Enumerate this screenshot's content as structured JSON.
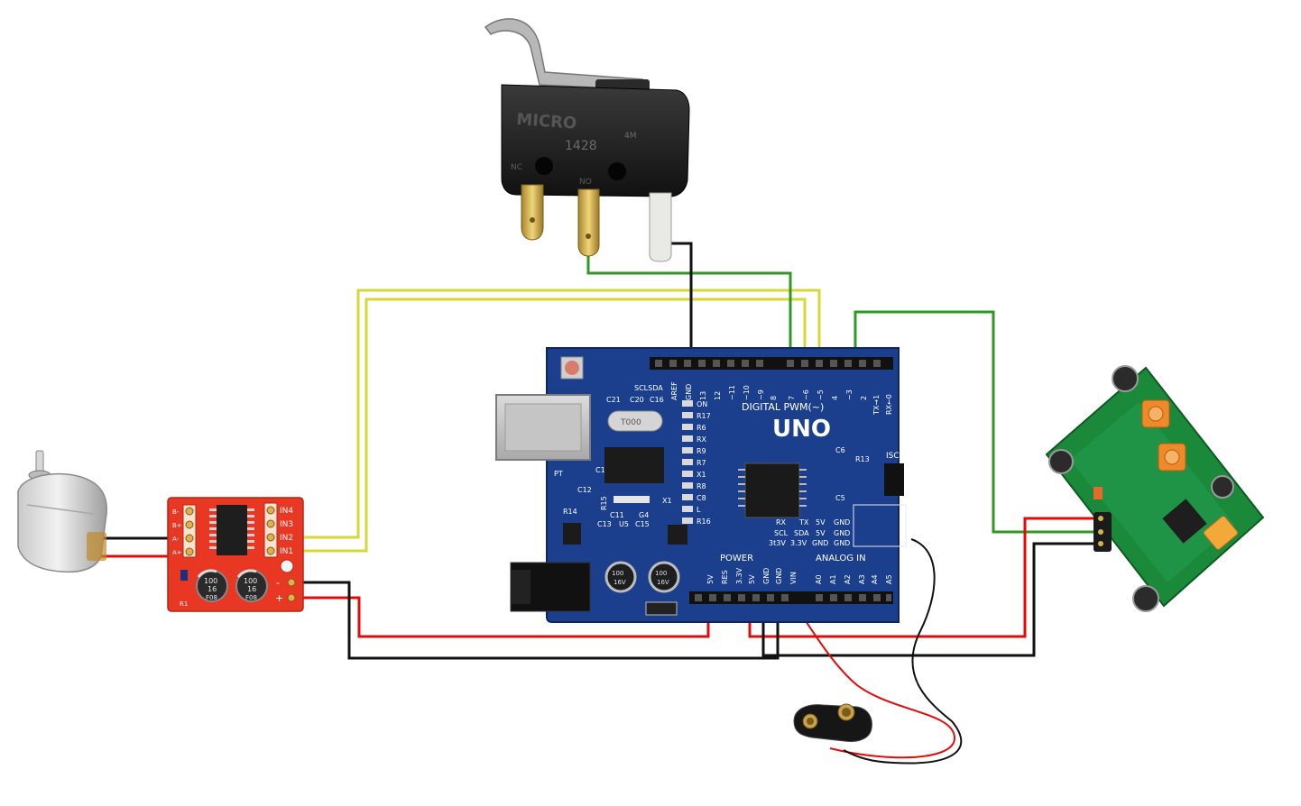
{
  "switch": {
    "brand": "MICRO",
    "code": "1428",
    "rating": "4M",
    "pin_left": "NC",
    "pin_mid": "NO"
  },
  "arduino": {
    "model": "UNO",
    "digital_label": "DIGITAL PWM(~)",
    "analog_label": "ANALOG IN",
    "power_label": "POWER",
    "iscp_label": "ISCP",
    "tx_label": "TX→1",
    "rx_label": "RX←0",
    "scl_sda": "SCLSDA",
    "top_pins": [
      "AREF",
      "GND",
      "13",
      "12",
      "~11",
      "~10",
      "~9",
      "8",
      "7",
      "~6",
      "~5",
      "4",
      "~3",
      "2",
      "TX→1",
      "RX←0"
    ],
    "power_pins": [
      "5V",
      "RES",
      "3.3V",
      "5V",
      "GND",
      "GND",
      "VIN"
    ],
    "analog_pins": [
      "A0",
      "A1",
      "A2",
      "A3",
      "A4",
      "A5"
    ],
    "leds": [
      "ON",
      "R17",
      "R6",
      "RX",
      "R9",
      "R7",
      "X1",
      "R8",
      "C8",
      "L",
      "R16"
    ],
    "header_rows": [
      [
        "RX",
        "TX",
        "5V",
        "GND"
      ],
      [
        "SCL",
        "SDA",
        "5V",
        "GND"
      ],
      [
        "3t3V",
        "3.3V",
        "GND",
        "GND"
      ]
    ],
    "components": [
      "C21",
      "C20",
      "C16",
      "C12",
      "C1",
      "C6",
      "R13",
      "C5",
      "R14",
      "R15",
      "C11",
      "G4",
      "C13",
      "U5",
      "C15",
      "PT",
      "X1"
    ],
    "crystal": "T000",
    "cap_1": {
      "value": "100",
      "voltage": "16V"
    },
    "cap_2": {
      "value": "100",
      "voltage": "16V"
    }
  },
  "driver": {
    "inputs": [
      "IN4",
      "IN3",
      "IN2",
      "IN1"
    ],
    "outputs": [
      "B-",
      "B+",
      "A-",
      "A+"
    ],
    "power": [
      "-",
      "+"
    ],
    "cap_1": {
      "value": "100",
      "voltage": "16",
      "code": "F08"
    },
    "cap_2": {
      "value": "100",
      "voltage": "16",
      "code": "F08"
    },
    "resistor": "R1"
  },
  "colors": {
    "wire_red": "#e10b0b",
    "wire_black": "#111111",
    "wire_green": "#2e9a22",
    "wire_yellow": "#d6d83a",
    "board_blue": "#1b3f8c",
    "driver_red": "#e83722",
    "pir_green": "#1a8a3a"
  },
  "icons": [
    "motor-icon",
    "micro-switch-icon",
    "arduino-board-icon",
    "motor-driver-icon",
    "pir-sensor-icon",
    "battery-clip-icon"
  ]
}
